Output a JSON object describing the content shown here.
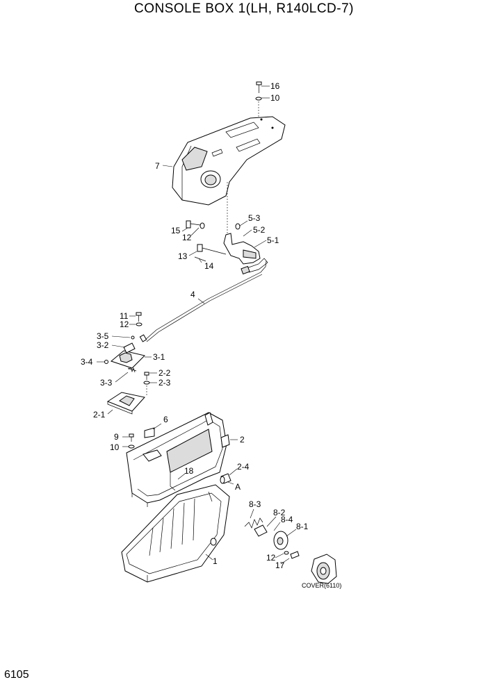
{
  "title": "CONSOLE BOX 1(LH, R140LCD-7)",
  "page_number": "6105",
  "callouts": {
    "p16": "16",
    "p10a": "10",
    "p7": "7",
    "p5_3": "5-3",
    "p5_2": "5-2",
    "p5_1": "5-1",
    "p15": "15",
    "p12a": "12",
    "p13": "13",
    "p14": "14",
    "p4": "4",
    "p11": "11",
    "p12b": "12",
    "p3_5": "3-5",
    "p3_2": "3-2",
    "p3_4": "3-4",
    "p3_1": "3-1",
    "p3_3": "3-3",
    "p2_2": "2-2",
    "p2_3": "2-3",
    "p2_1": "2-1",
    "p6": "6",
    "p9": "9",
    "p10b": "10",
    "p2": "2",
    "p2_4": "2-4",
    "p18": "18",
    "pA": "A",
    "p8_3": "8-3",
    "p8_2": "8-2",
    "p8_4": "8-4",
    "p8_1": "8-1",
    "p12c": "12",
    "p17": "17",
    "p1": "1",
    "cover_ref": "COVER(6110)"
  }
}
